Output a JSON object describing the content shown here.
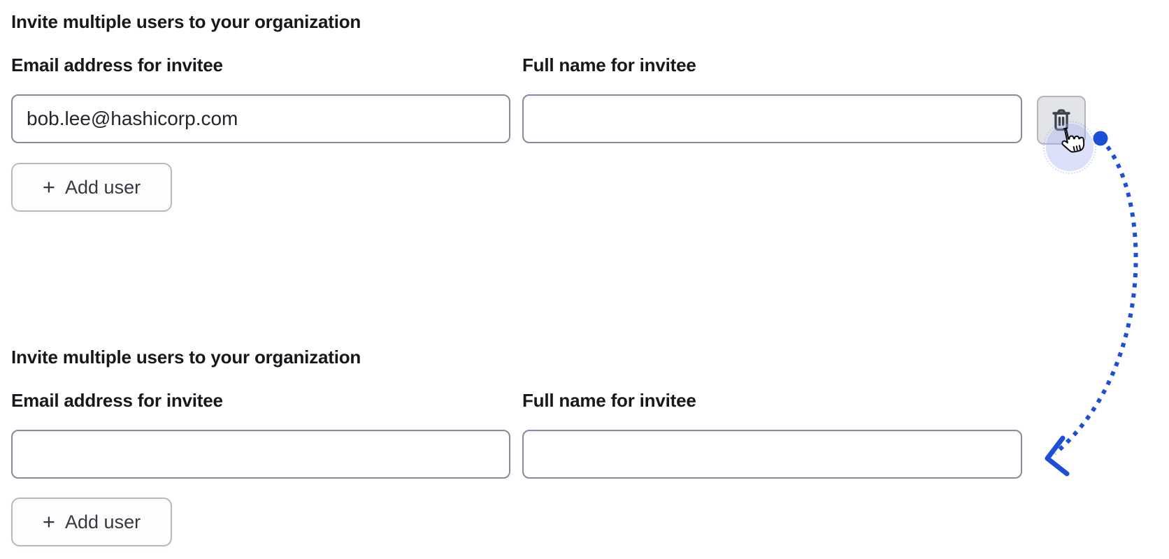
{
  "page": {
    "background": "#ffffff"
  },
  "colors": {
    "accent_blue": "#1d4ed8",
    "text_dark": "#16181d",
    "input_border": "#878b9c",
    "button_border": "#b7b9c2",
    "icon_button_bg": "#e3e4e8",
    "cursor_halo": "rgba(164,174,238,0.38)"
  },
  "sections": [
    {
      "title": "Invite multiple users to your organization",
      "fields": [
        {
          "label": "Email address for invitee",
          "value": "bob.lee@hashicorp.com"
        },
        {
          "label": "Full name for invitee",
          "value": ""
        }
      ],
      "add_user_button": {
        "plus": "+",
        "label": "Add user"
      },
      "delete_button": {
        "icon": "trash-icon"
      }
    },
    {
      "title": "Invite multiple users to your organization",
      "fields": [
        {
          "label": "Email address for invitee",
          "value": ""
        },
        {
          "label": "Full name for invitee",
          "value": ""
        }
      ],
      "add_user_button": {
        "plus": "+",
        "label": "Add user"
      }
    }
  ],
  "annotations": {
    "click_indicator": {
      "icon": "hand-pointer-cursor",
      "dot_color": "#1d4ed8"
    },
    "arrow": {
      "style": "dotted",
      "color": "#1d4ed8",
      "from": "delete-button",
      "to": "second-form-name-input"
    }
  }
}
